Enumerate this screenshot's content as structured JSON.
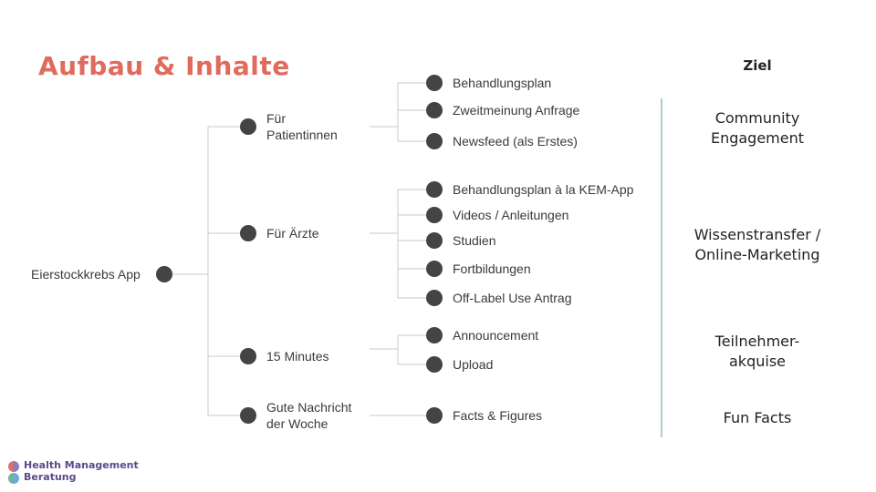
{
  "title": "Aufbau & Inhalte",
  "root": {
    "label": "Eierstockkrebs App"
  },
  "branches": [
    {
      "label": "Für\nPatientinnen",
      "items": [
        "Behandlungsplan",
        "Zweitmeinung Anfrage",
        "Newsfeed (als Erstes)"
      ]
    },
    {
      "label": "Für Ärzte",
      "items": [
        "Behandlungsplan à la KEM-App",
        "Videos / Anleitungen",
        "Studien",
        "Fortbildungen",
        "Off-Label Use Antrag"
      ]
    },
    {
      "label": "15 Minutes",
      "items": [
        "Announcement",
        "Upload"
      ]
    },
    {
      "label": "Gute Nachricht\nder Woche",
      "items": [
        "Facts & Figures"
      ]
    }
  ],
  "goals": {
    "header": "Ziel",
    "items": [
      "Community\nEngagement",
      "Wissenstransfer /\nOnline-Marketing",
      "Teilnehmer-\nakquise",
      "Fun Facts"
    ]
  },
  "logo": {
    "text": "Health Management\nBeratung"
  },
  "colors": {
    "title": "#e06a5c",
    "node": "#444444",
    "connector": "#c8c8c8",
    "divider": "#6fb59a",
    "logo_text": "#5b4a8c"
  }
}
